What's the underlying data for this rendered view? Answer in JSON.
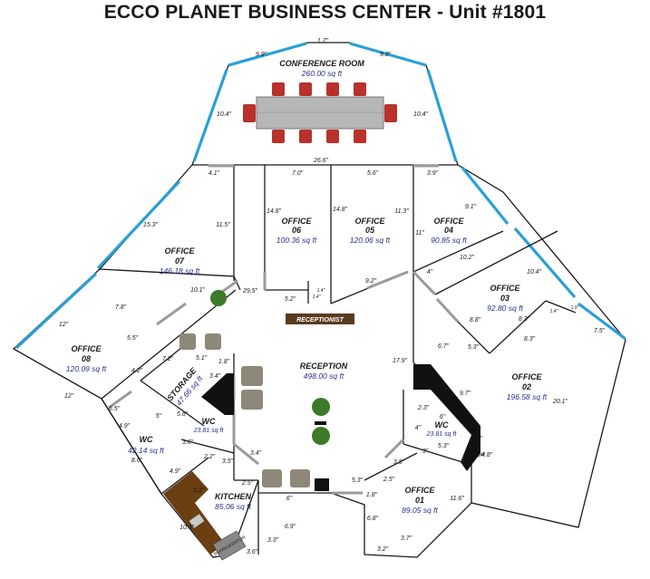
{
  "title": "ECCO PLANET BUSINESS CENTER - Unit #1801",
  "rooms": {
    "conference": {
      "name": "CONFERENCE ROOM",
      "area": "260.00 sq ft"
    },
    "office06": {
      "name1": "OFFICE",
      "name2": "06",
      "area": "100.36 sq ft"
    },
    "office05": {
      "name1": "OFFICE",
      "name2": "05",
      "area": "120.06 sq ft"
    },
    "office04": {
      "name1": "OFFICE",
      "name2": "04",
      "area": "90.85 sq ft"
    },
    "office07": {
      "name1": "OFFICE",
      "name2": "07",
      "area": "146.18 sq ft"
    },
    "office03": {
      "name1": "OFFICE",
      "name2": "03",
      "area": "92.80 sq ft"
    },
    "office08": {
      "name1": "OFFICE",
      "name2": "08",
      "area": "120.09 sq ft"
    },
    "office02": {
      "name1": "OFFICE",
      "name2": "02",
      "area": "196.58 sq ft"
    },
    "office01": {
      "name1": "OFFICE",
      "name2": "01",
      "area": "89.05 sq ft"
    },
    "reception": {
      "name": "RECEPTION",
      "area": "498.00 sq ft"
    },
    "receptionist": {
      "name": "RECEPTIONIST"
    },
    "storage": {
      "name": "STORAGE",
      "area": "47.66 sq ft"
    },
    "wc_left": {
      "name": "WC",
      "area": "23.81 sq ft"
    },
    "wc_bottom": {
      "name": "WC",
      "area": "42.14 sq ft"
    },
    "wc_right": {
      "name": "WC",
      "area": "23.81 sq ft"
    },
    "kitchen": {
      "name": "KITCHEN",
      "area": "85.06 sq ft"
    },
    "refrigerator": {
      "name": "REFRIGERATOR"
    }
  },
  "dims": {
    "d_1_7": "1.7\"",
    "d_9_9a": "9.9\"",
    "d_9_9b": "9.9\"",
    "d_10_4a": "10.4\"",
    "d_10_4b": "10.4\"",
    "d_26_6": "26.6\"",
    "d_4_1": "4.1\"",
    "d_7_0": "7.0\"",
    "d_5_6a": "5.6\"",
    "d_3_9": "3.9\"",
    "d_15_3": "15.3\"",
    "d_11_5": "11.5\"",
    "d_14_8a": "14.8\"",
    "d_14_8b": "14.8\"",
    "d_11_3": "11.3\"",
    "d_9_1": "9.1\"",
    "d_11": "11\"",
    "d_10_2": "10.2\"",
    "d_4a": "4\"",
    "d_10_4c": "10.4\"",
    "d_10_1": "10.1\"",
    "d_29_5": "29.5\"",
    "d_5_2": "5.2\"",
    "d_9_2": "9.2\"",
    "d_1_4a": "1.4\"",
    "d_1_4b": "1.4\"",
    "d_1_4c": "1.4\"",
    "d_1_9": "1.9\"",
    "d_7_8": "7.8\"",
    "d_12a": "12\"",
    "d_8_8": "8.8\"",
    "d_8_3a": "8.3\"",
    "d_8_3b": "8.3\"",
    "d_7_5": "7.5\"",
    "d_5_5": "5.5\"",
    "d_6_7": "6.7\"",
    "d_5_3a": "5.3\"",
    "d_5_1": "5.1\"",
    "d_1_8a": "1.8\"",
    "d_17_9": "17.9\"",
    "d_4_2": "4.2\"",
    "d_7_2": "7.2\"",
    "d_3_4a": "3.4\"",
    "d_12b": "12\"",
    "d_9_7": "9.7\"",
    "d_20_1": "20.1\"",
    "d_2_3": "2.3\"",
    "d_6a": "6\"",
    "d_6_5": "6.5\"",
    "d_5_6b": "5.6\"",
    "d_5a": "5\"",
    "d_4b": "4\"",
    "d_4_9a": "4.9\"",
    "d_3_6a": "3.6\"",
    "d_3_3a": "3.3\"",
    "d_5_3b": "5.3\"",
    "d_8_6": "8.6\"",
    "d_2_2": "2.2\"",
    "d_3_4b": "3.4\"",
    "d_3b": "3\"",
    "d_4_8": "4.8\"",
    "d_3_5": "3.5\"",
    "d_3_8": "3.8\"",
    "d_4_9b": "4.9\"",
    "d_5_3c": "5.3\"",
    "d_2_5a": "2.5\"",
    "d_5_3d": "5.3\"",
    "d_2_5b": "2.5\"",
    "d_11_6": "11.6\"",
    "d_6b": "6\"",
    "d_1_8b": "1.8\"",
    "d_6_8": "6.8\"",
    "d_6_9": "6.9\"",
    "d_10_4d": "10.4\"",
    "d_3_3b": "3.3\"",
    "d_3_7": "3.7\"",
    "d_3_6b": "3.6\"",
    "d_3_2": "3.2\""
  },
  "colors": {
    "walls": "#1a1a1a",
    "windows": "#2a9fd6",
    "doors": "#9a9a9a",
    "area_text": "#2a2d8a",
    "receptionist_bg": "#5a3a1e",
    "kitchen_counter": "#6b3f12",
    "chairs": "#b8322b",
    "plants": "#3d7a2a",
    "sofas": "#8e887a"
  }
}
